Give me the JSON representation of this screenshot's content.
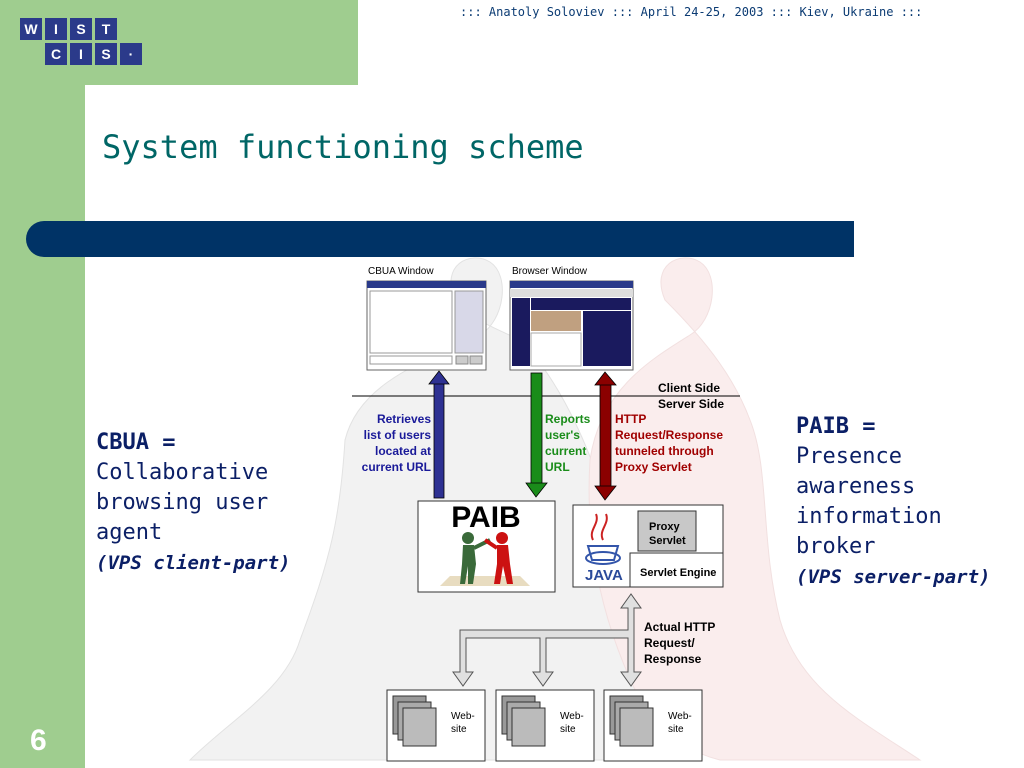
{
  "header": {
    "text": "::: Anatoly Soloviev ::: April 24-25, 2003 ::: Kiev, Ukraine :::"
  },
  "logo": {
    "row1": [
      "W",
      "I",
      "S",
      "T"
    ],
    "row2": [
      "C",
      "I",
      "S",
      "·"
    ]
  },
  "title": "System functioning scheme",
  "page_number": "6",
  "cbua": {
    "term": "CBUA =",
    "line1": "Collaborative",
    "line2": "browsing user",
    "line3": "agent",
    "note": "(VPS client-part)"
  },
  "paib": {
    "term": "PAIB =",
    "line1": "Presence",
    "line2": "awareness",
    "line3": "information",
    "line4": "broker",
    "note": "(VPS server-part)"
  },
  "diagram": {
    "cbua_window_label": "CBUA Window",
    "browser_window_label": "Browser Window",
    "client_side": "Client Side",
    "server_side": "Server Side",
    "retrieves": [
      "Retrieves",
      "list of users",
      "located at",
      "current URL"
    ],
    "reports": [
      "Reports",
      "user's",
      "current",
      "URL"
    ],
    "http": [
      "HTTP",
      "Request/Response",
      "tunneled through",
      "Proxy Servlet"
    ],
    "paib_box": "PAIB",
    "java_label": "JAVA",
    "proxy_servlet": [
      "Proxy",
      "Servlet"
    ],
    "servlet_engine": "Servlet Engine",
    "actual_http": [
      "Actual HTTP",
      "Request/",
      "Response"
    ],
    "website": [
      "Web-",
      "site"
    ],
    "colors": {
      "blue_arrow": "#2e3192",
      "green_arrow": "#1a8c1a",
      "red_arrow": "#8b0000",
      "label_blue": "#1a1a99",
      "label_green": "#1a8c1a",
      "label_red": "#a00000"
    }
  }
}
